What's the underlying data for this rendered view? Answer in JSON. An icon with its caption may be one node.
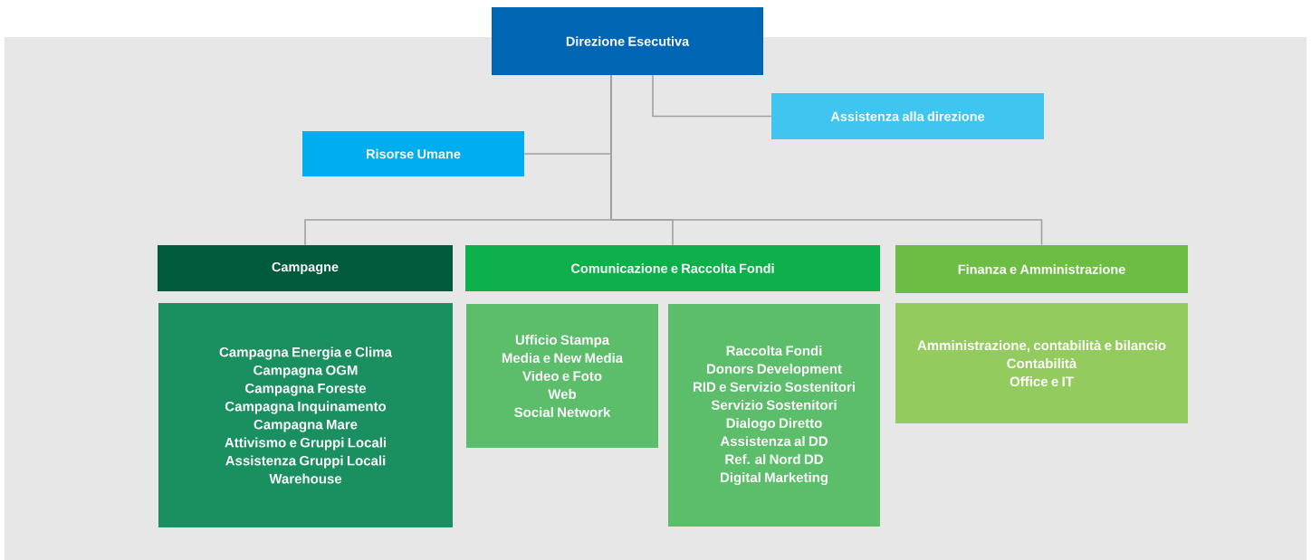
{
  "diagram": {
    "nodes": [
      {
        "text": [
          "Direzione Esecutiva"
        ]
      },
      {
        "text": [
          "Assistenza alla direzione"
        ]
      },
      {
        "text": [
          "Risorse Umane"
        ]
      },
      {
        "text": [
          "Campagne"
        ]
      },
      {
        "text": [
          "Comunicazione e Raccolta Fondi"
        ]
      },
      {
        "text": [
          "Finanza e Amministrazione"
        ]
      },
      {
        "text": [
          "Campagna Energia e Clima",
          "Campagna OGM",
          "Campagna Foreste",
          "Campagna Inquinamento",
          "Campagna Mare",
          "Attivismo e Gruppi Locali",
          "Assistenza Gruppi Locali",
          "Warehouse"
        ]
      },
      {
        "text": [
          "Ufficio Stampa",
          "Media e New Media",
          "Video e Foto",
          "Web",
          "Social Network"
        ]
      },
      {
        "text": [
          "Raccolta Fondi",
          "Donors Development",
          "RID e Servizio Sostenitori",
          "Servizio Sostenitori",
          "Dialogo Diretto",
          "Assistenza al DD",
          "Ref. al Nord DD",
          "Digital Marketing"
        ]
      },
      {
        "text": [
          "Amministrazione, contabilità e bilancio",
          "Contabilità",
          "Office e IT"
        ]
      }
    ],
    "edges": [
      {
        "from": 0,
        "to": 1,
        "arrow": "none"
      },
      {
        "from": 0,
        "to": 2,
        "arrow": "none"
      },
      {
        "from": 0,
        "to": 3,
        "arrow": "none"
      },
      {
        "from": 0,
        "to": 4,
        "arrow": "none"
      },
      {
        "from": 0,
        "to": 5,
        "arrow": "none"
      }
    ]
  }
}
